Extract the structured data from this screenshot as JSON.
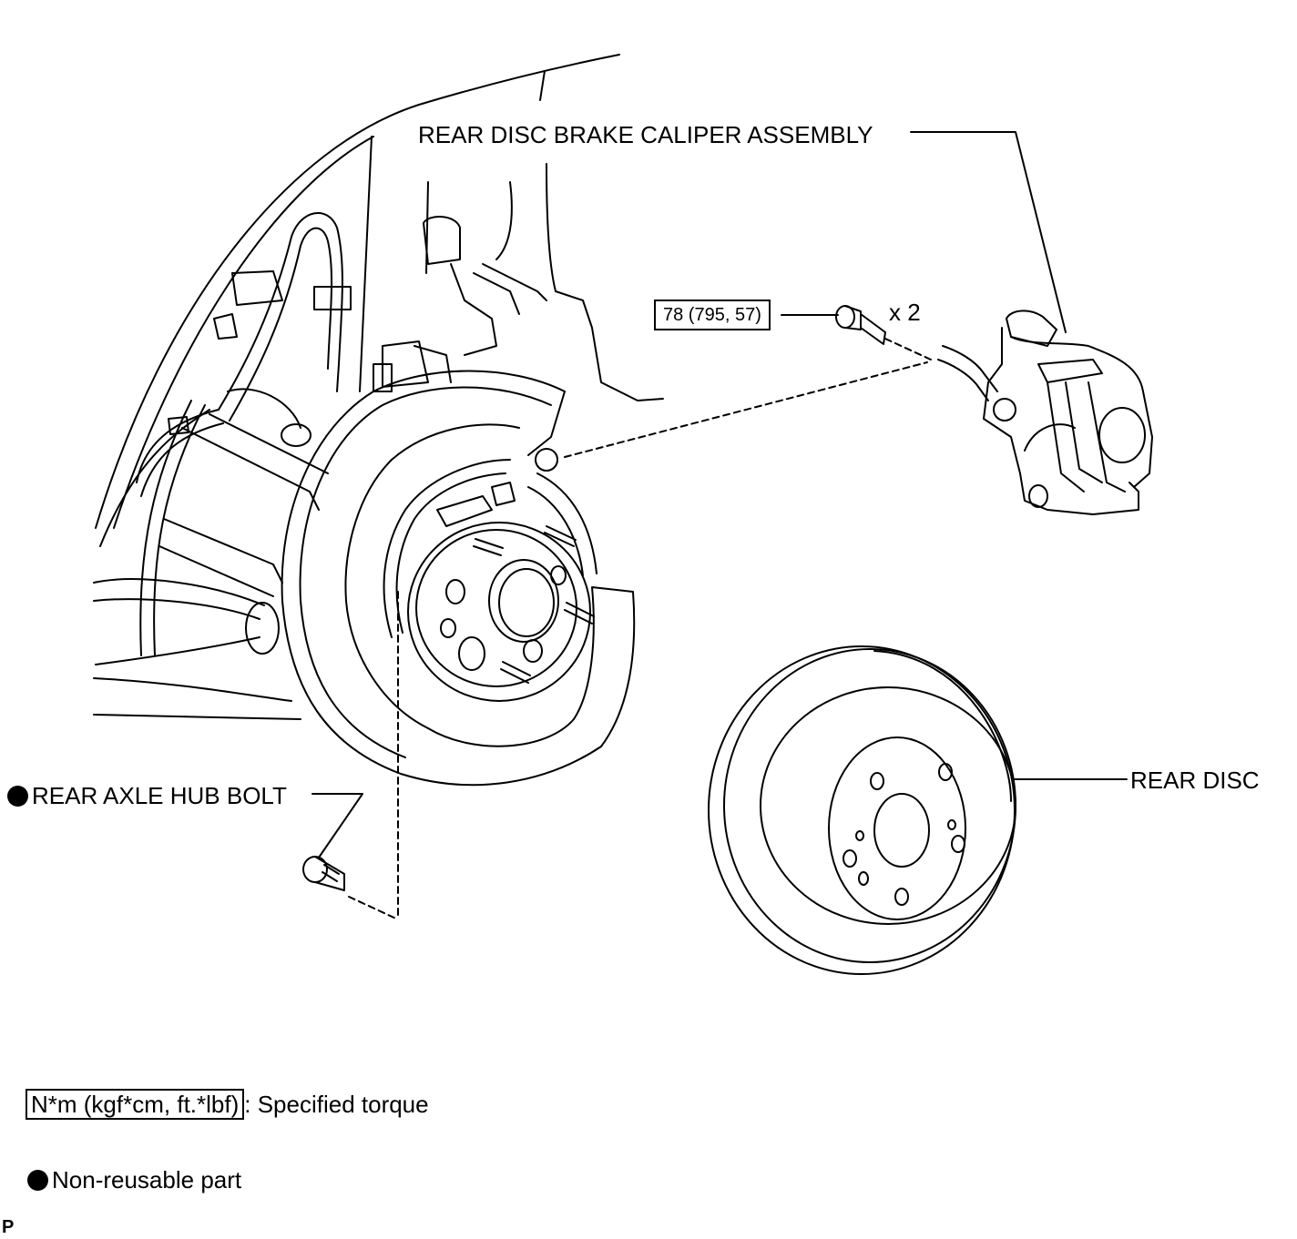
{
  "labels": {
    "caliper": "REAR DISC BRAKE CALIPER ASSEMBLY",
    "torque": "78 (795, 57)",
    "qty": "x 2",
    "hub_bolt": "REAR AXLE HUB BOLT",
    "rear_disc": "REAR DISC"
  },
  "legend": {
    "torque_unit": "N*m (kgf*cm, ft.*lbf)",
    "torque_desc": ": Specified torque",
    "non_reusable": "Non-reusable part"
  },
  "corner_mark": "P"
}
